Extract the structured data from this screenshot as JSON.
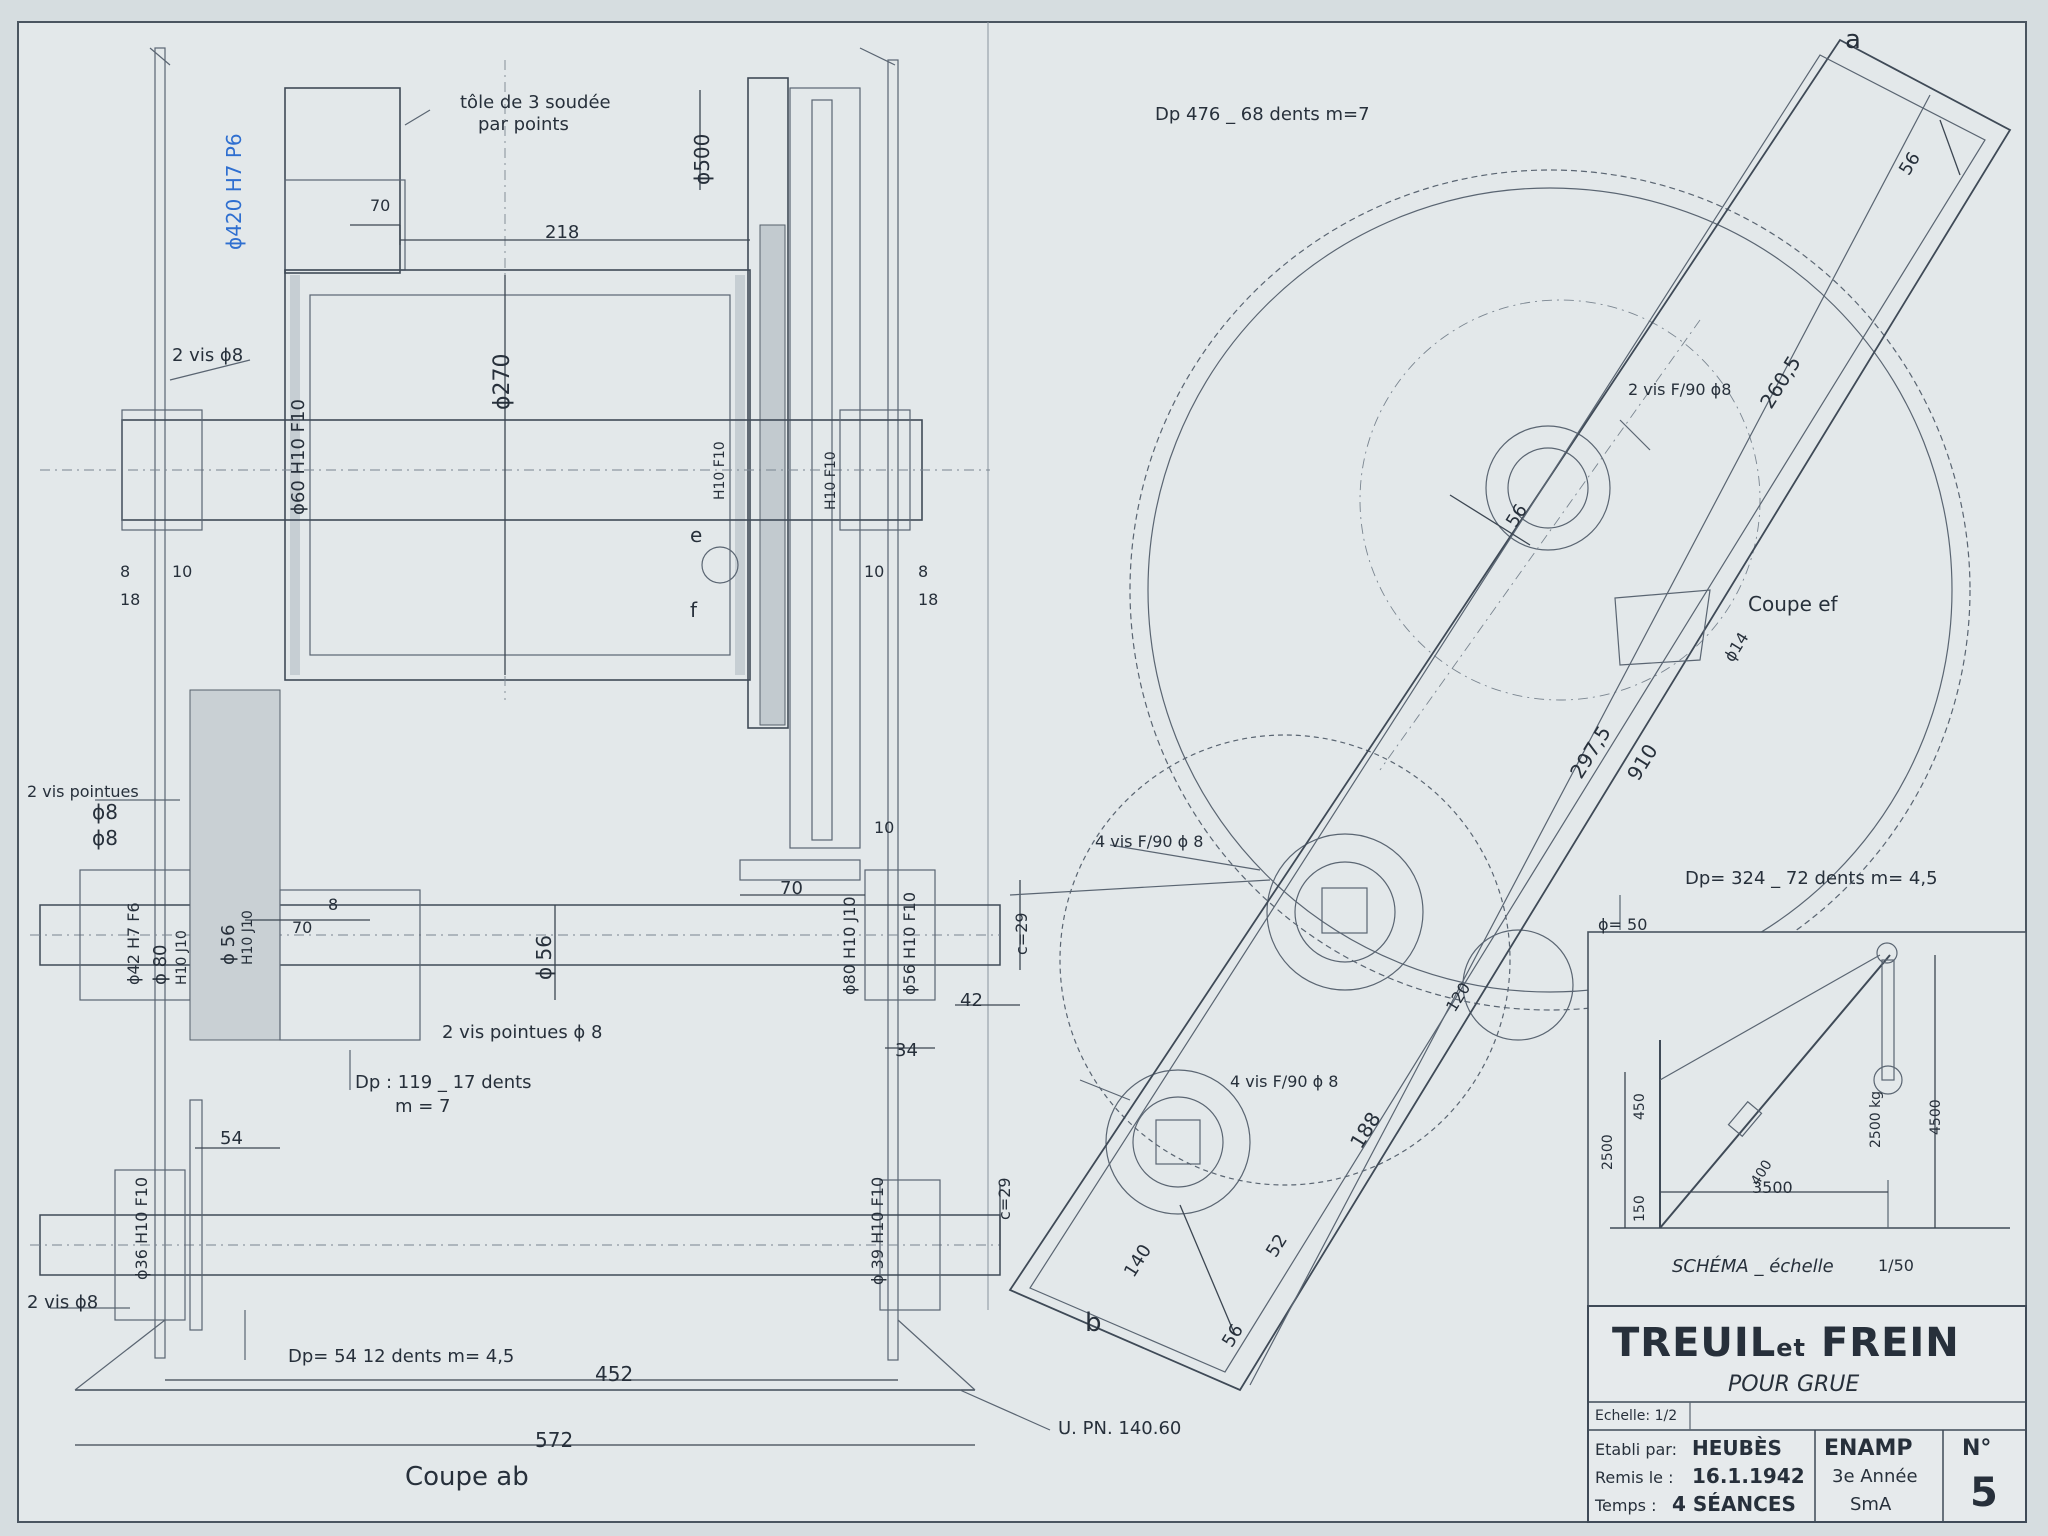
{
  "drawing": {
    "title_main": "TREUIL",
    "title_et": "et",
    "title_brake": "FREIN",
    "subtitle": "POUR GRUE",
    "scale": "Echelle: 1/2",
    "author_label": "Etabli par:",
    "author": "HEUBÈS",
    "date_label": "Remis le :",
    "date": "16.1.1942",
    "time_label": "Temps :",
    "time": "4 SÉANCES",
    "school": "ENAMP",
    "year": "3e Année",
    "section": "SmA",
    "number_label": "N°",
    "number": "5"
  },
  "section_ab": {
    "title": "Coupe ab",
    "notes": {
      "sheet_note_1": "tôle de 3 soudée",
      "sheet_note_2": "par points",
      "blue_dim": "ϕ420 H7 P6",
      "d500": "ϕ500",
      "d270": "ϕ270",
      "d60": "ϕ60 H10 F10",
      "screws_top": "2 vis ϕ8",
      "screws_point_1": "2 vis pointues",
      "screws_point_2": "ϕ8",
      "screws_point_3": "ϕ8",
      "d80": "ϕ 80",
      "d42": "ϕ42 H7 F6",
      "d56_left": "ϕ 56",
      "d56_mid": "ϕ 56",
      "d80_right": "ϕ80 H10 J10",
      "d56_right": "ϕ56 H10 F10",
      "screws_pointues_mid": "2 vis pointues ϕ 8",
      "dp119_1": "Dp : 119 _ 17 dents",
      "dp119_2": "m = 7",
      "dp54": "Dp= 54   12 dents  m= 4,5",
      "d36": "ϕ36 H10 F10",
      "d39": "ϕ 39 H10 F10",
      "screws_bottom": "2 vis ϕ8",
      "upn": "U. PN. 140.60",
      "fit_a": "H10 F10",
      "fit_b": "H10 F10",
      "fit_c": "H10 J10",
      "fit_d": "H10 J10",
      "label_e": "e",
      "label_f": "f"
    },
    "dims": {
      "d70_top": "70",
      "d218": "218",
      "d8": "8",
      "d10": "10",
      "d18": "18",
      "d10r": "10",
      "d8r": "8",
      "d18r": "18",
      "d10b": "10",
      "d70": "70",
      "d8c": "8",
      "d70c": "70",
      "c29": "c=29",
      "d42": "42",
      "d34": "34",
      "d54": "54",
      "c29b": "c=29",
      "d452": "452",
      "d572": "572"
    }
  },
  "side_view": {
    "label_a": "a",
    "label_b": "b",
    "dp476": "Dp 476 _ 68 dents m=7",
    "d56_top": "56",
    "d260": "260,5",
    "screws_1": "2 vis F/90 ϕ8",
    "d56_mid": "56",
    "coupe_ef": "Coupe ef",
    "d14": "ϕ14",
    "d297": "297,5",
    "d910": "910",
    "screws_2": "4 vis F/90  ϕ 8",
    "dp324": "Dp= 324 _ 72 dents  m= 4,5",
    "d50": "ϕ= 50",
    "d120": "120",
    "screws_3": "4 vis F/90 ϕ 8",
    "d188": "188",
    "d140": "140",
    "d52": "52",
    "d56_bottom": "56"
  },
  "schema": {
    "title": "SCHÉMA _ échelle",
    "scale": "1/50",
    "d450": "450",
    "d2500": "2500",
    "d150": "150",
    "d400": "400",
    "d3500": "3500",
    "load": "2500 kg",
    "d4500": "4500"
  }
}
